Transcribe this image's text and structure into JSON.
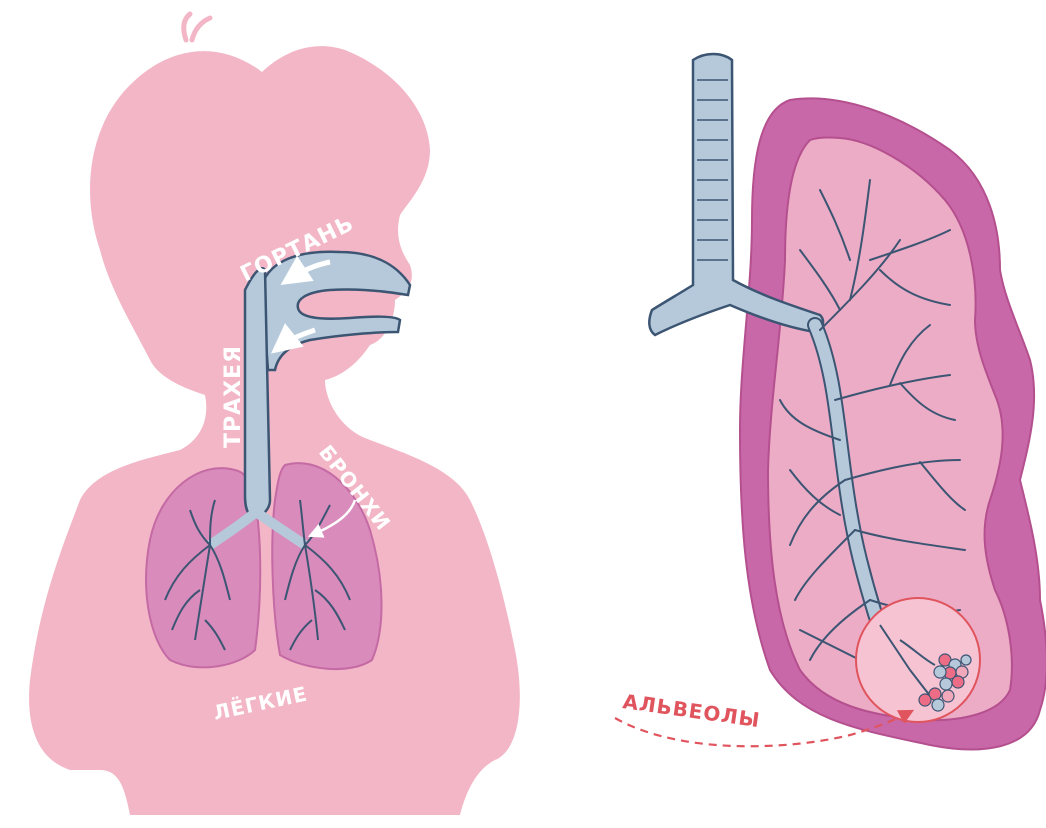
{
  "labels": {
    "larynx": "ГОРТАНЬ",
    "trachea": "ТРАХЕЯ",
    "bronchi": "БРОНХИ",
    "lungs": "ЛЁГКИЕ",
    "alveoli": "АЛЬВЕОЛЫ"
  },
  "colors": {
    "body": "#f3b6c6",
    "airway": "#b5c9da",
    "airway_outline": "#3c5573",
    "lung_inner": "#d98bbb",
    "lung_outer": "#c968a8",
    "lung_fill": "#ecacc6",
    "label_white": "#ffffff",
    "alveoli_label": "#e0545e"
  }
}
